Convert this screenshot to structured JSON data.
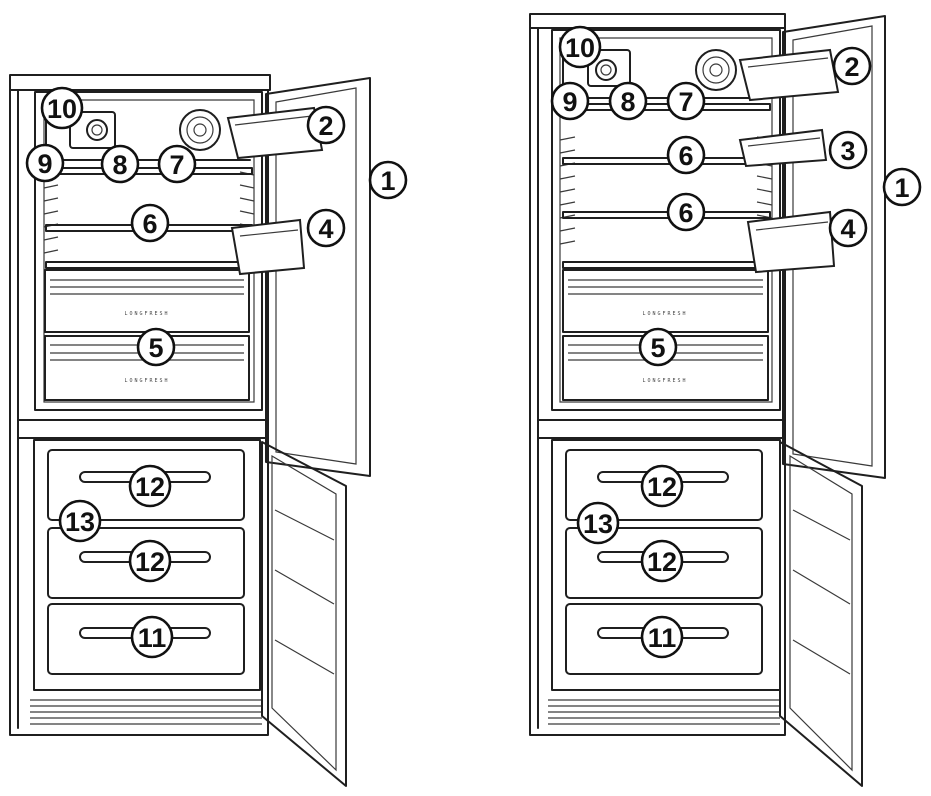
{
  "figures": [
    {
      "variant": "left",
      "labels": [
        "10",
        "9",
        "8",
        "7",
        "2",
        "1",
        "6",
        "4",
        "5",
        "12",
        "13",
        "12",
        "11"
      ]
    },
    {
      "variant": "right",
      "labels": [
        "10",
        "9",
        "8",
        "7",
        "2",
        "3",
        "6",
        "1",
        "6",
        "4",
        "5",
        "12",
        "13",
        "12",
        "11"
      ]
    }
  ]
}
